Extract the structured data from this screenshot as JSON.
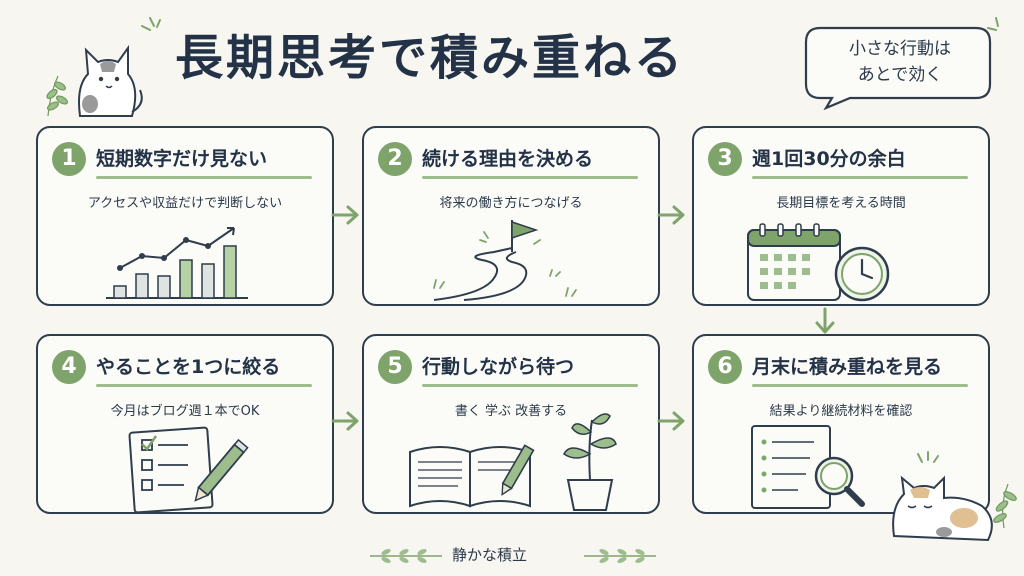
{
  "title": "長期思考で積み重ねる",
  "bubble": {
    "line1": "小さな行動は",
    "line2": "あとで効く"
  },
  "steps": [
    {
      "num": "1",
      "heading": "短期数字だけ見ない",
      "sub": "アクセスや収益だけで判断しない"
    },
    {
      "num": "2",
      "heading": "続ける理由を決める",
      "sub": "将来の働き方につなげる"
    },
    {
      "num": "3",
      "heading": "週1回30分の余白",
      "sub": "長期目標を考える時間"
    },
    {
      "num": "4",
      "heading": "やることを1つに絞る",
      "sub": "今月はブログ週１本でOK"
    },
    {
      "num": "5",
      "heading": "行動しながら待つ",
      "sub": "書く 学ぶ 改善する"
    },
    {
      "num": "6",
      "heading": "月末に積み重ねを見る",
      "sub": "結果より継続材料を確認"
    }
  ],
  "footer": "静かな積立",
  "colors": {
    "accent": "#7ea46b",
    "ink": "#2f3d4c",
    "background": "#f7f6f1"
  },
  "icons": [
    "cat-icon",
    "rising-bar-chart-icon",
    "winding-path-flag-icon",
    "calendar-clock-icon",
    "checklist-pencil-icon",
    "open-book-pencil-icon",
    "sprout-pot-icon",
    "report-magnifier-icon",
    "sleeping-cat-icon",
    "sparkle-icon",
    "leaf-icon",
    "arrow-right-icon",
    "arrow-down-icon",
    "laurel-icon"
  ]
}
